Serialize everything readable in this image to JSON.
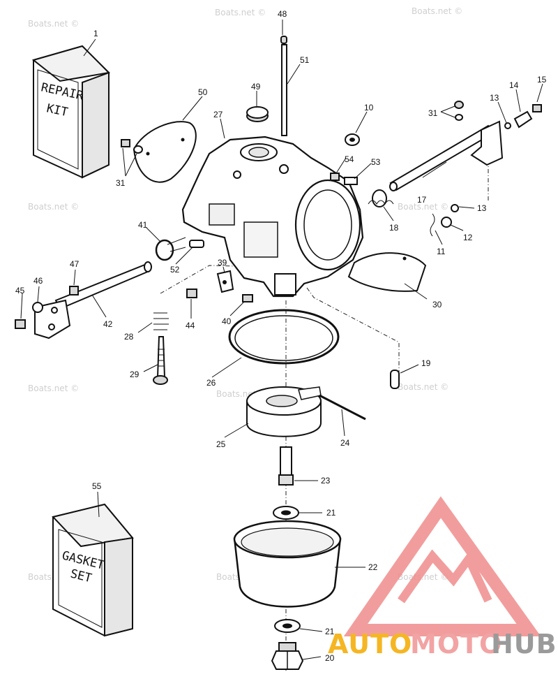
{
  "watermark": "Boats.net ©",
  "repair_kit": {
    "line1": "REPAIR",
    "line2": "KIT"
  },
  "gasket_set": {
    "line1": "GASKET",
    "line2": "SET"
  },
  "brand": {
    "part1": "AUTO",
    "part2": "MOTO",
    "part3": "HUB",
    "color1": "#f5b623",
    "color2": "#f2a3a3",
    "color3": "#9a9a9a",
    "logo_color": "#f08c8c"
  },
  "callouts": [
    "1",
    "48",
    "51",
    "50",
    "49",
    "27",
    "10",
    "31",
    "14",
    "15",
    "13",
    "31",
    "54",
    "53",
    "17",
    "13",
    "12",
    "11",
    "18",
    "41",
    "47",
    "45",
    "46",
    "42",
    "52",
    "39",
    "44",
    "40",
    "28",
    "29",
    "26",
    "19",
    "30",
    "25",
    "24",
    "23",
    "21",
    "22",
    "21",
    "20",
    "55"
  ]
}
